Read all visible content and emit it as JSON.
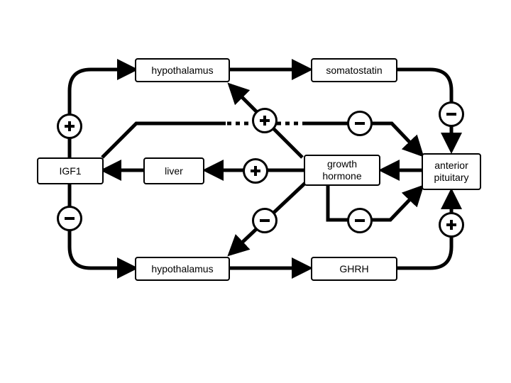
{
  "nodes": {
    "hypothalamus_top": "hypothalamus",
    "somatostatin": "somatostatin",
    "igf1": "IGF1",
    "liver": "liver",
    "growth_hormone": [
      "growth",
      "hormone"
    ],
    "anterior_pituitary": [
      "anterior",
      "pituitary"
    ],
    "hypothalamus_bottom": "hypothalamus",
    "ghrh": "GHRH"
  },
  "signs": {
    "igf1_to_hypothalamus_top": "+",
    "somatostatin_to_pituitary": "−",
    "igf1_to_pituitary_dotted": "+",
    "igf1_to_pituitary": "−",
    "gh_to_liver": "+",
    "igf1_to_hypothalamus_bottom": "−",
    "gh_to_hypothalamus_bottom": "−",
    "gh_to_pituitary": "−",
    "ghrh_to_pituitary": "+"
  },
  "colors": {
    "ink": "#000000",
    "background": "#ffffff"
  }
}
